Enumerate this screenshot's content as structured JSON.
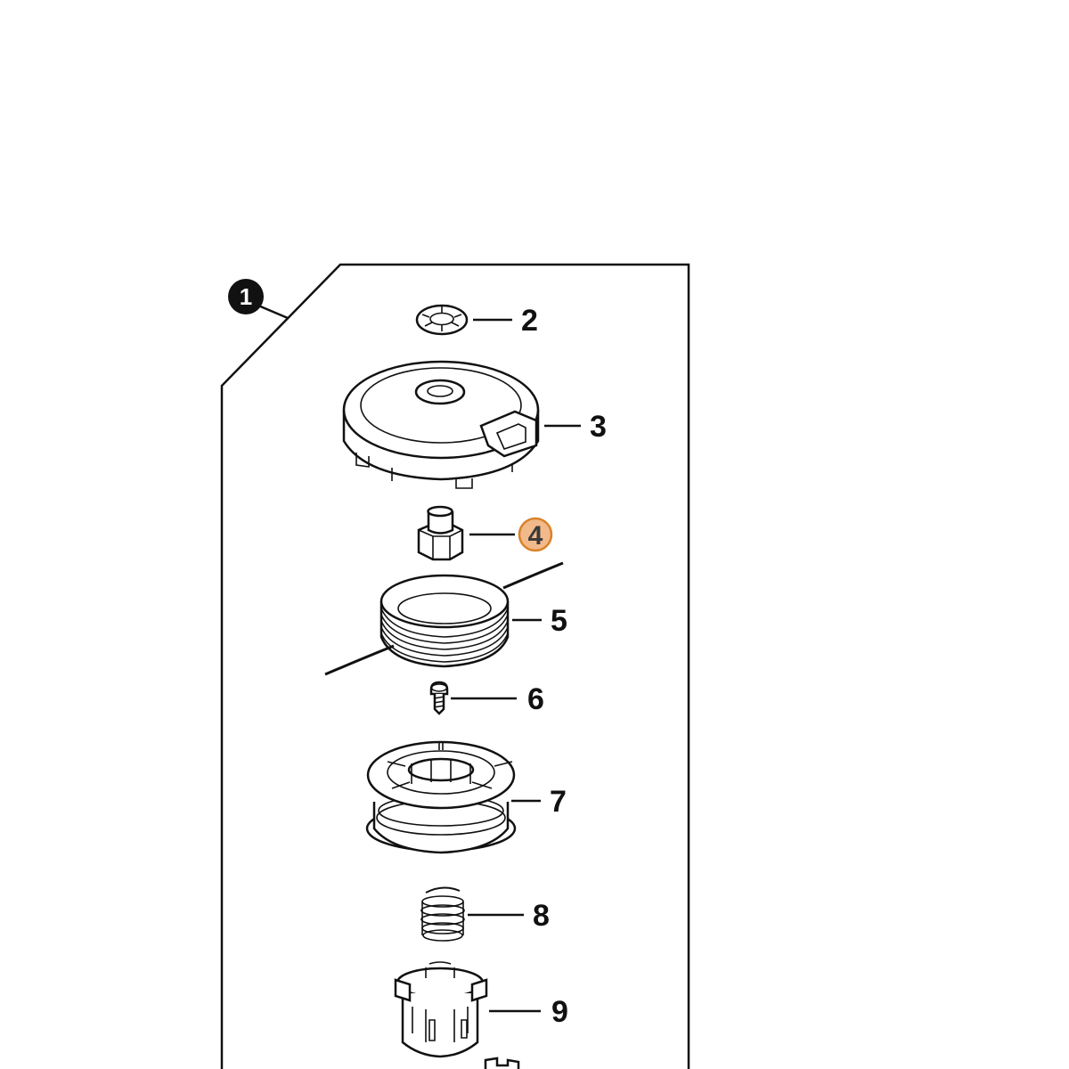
{
  "assembly": {
    "number": "1"
  },
  "parts": [
    {
      "number": "2",
      "icon": "washer-icon"
    },
    {
      "number": "3",
      "icon": "cap-housing-icon"
    },
    {
      "number": "4",
      "icon": "hex-nut-icon",
      "highlighted": true
    },
    {
      "number": "5",
      "icon": "line-coil-icon"
    },
    {
      "number": "6",
      "icon": "screw-icon"
    },
    {
      "number": "7",
      "icon": "spool-icon"
    },
    {
      "number": "8",
      "icon": "spring-icon"
    },
    {
      "number": "9",
      "icon": "eyelet-ring-icon"
    }
  ],
  "colors": {
    "line": "#111111",
    "highlight_fill": "#f2b98a",
    "highlight_stroke": "#d9822b",
    "highlight_text": "#3a3a3a",
    "badge": "#111111",
    "watermark": "#d8d8d8"
  }
}
